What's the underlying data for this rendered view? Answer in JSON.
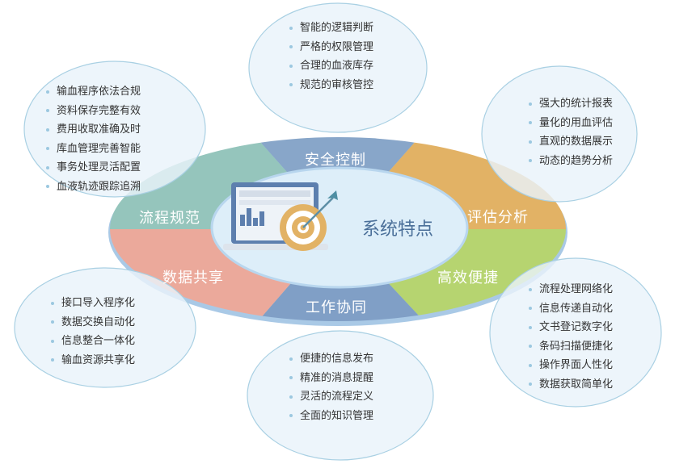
{
  "center": {
    "title": "系统特点",
    "icon": "laptop-target-icon"
  },
  "segments": {
    "security": "安全控制",
    "evaluation": "评估分析",
    "efficiency": "高效便捷",
    "collaboration": "工作协同",
    "sharing": "数据共享",
    "process": "流程规范"
  },
  "bubbles": {
    "top": [
      "智能的逻辑判断",
      "严格的权限管理",
      "合理的血液库存",
      "规范的审核管控"
    ],
    "top_left": [
      "输血程序依法合规",
      "资料保存完整有效",
      "费用收取准确及时",
      "库血管理完善智能",
      "事务处理灵活配置",
      "血液轨迹跟踪追溯"
    ],
    "top_right": [
      "强大的统计报表",
      "量化的用血评估",
      "直观的数据展示",
      "动态的趋势分析"
    ],
    "bottom_left": [
      "接口导入程序化",
      "数据交换自动化",
      "信息整合一体化",
      "输血资源共享化"
    ],
    "bottom": [
      "便捷的信息发布",
      "精准的消息提醒",
      "灵活的流程定义",
      "全面的知识管理"
    ],
    "bottom_right": [
      "流程处理网络化",
      "信息传递自动化",
      "文书登记数字化",
      "条码扫描便捷化",
      "操作界面人性化",
      "数据获取简单化"
    ]
  },
  "colors": {
    "security": "#88a6c9",
    "evaluation": "#e2b265",
    "efficiency": "#b6d470",
    "collaboration": "#809fc6",
    "sharing": "#eba99b",
    "process": "#95c5bc"
  }
}
